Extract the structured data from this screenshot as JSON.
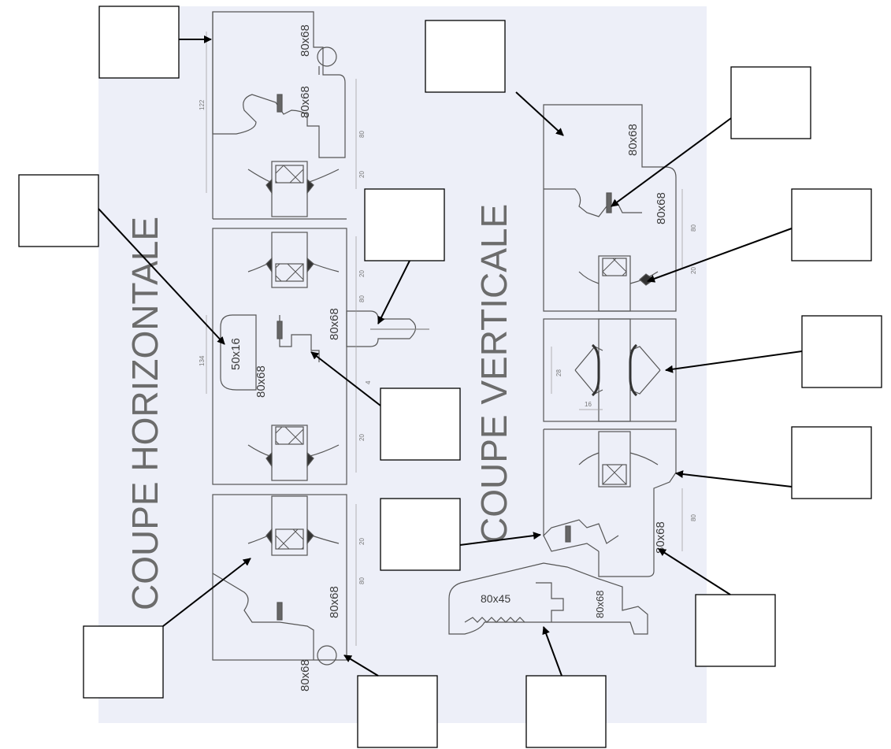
{
  "titles": {
    "horizontal": "COUPE HORIZONTALE",
    "vertical": "COUPE VERTICALE"
  },
  "section_labels": {
    "h_top_frame": "80x68",
    "h_top_sash": "80x68",
    "h_mullion_post": "50x16",
    "h_mid_sash_a": "80x68",
    "h_mid_sash_b": "80x68",
    "h_bottom_sash": "80x68",
    "h_bottom_frame": "80x68",
    "v_top_frame": "80x68",
    "v_top_sash": "80x68",
    "v_bottom_sash": "80x68",
    "v_sill": "80x45",
    "v_sill_frame": "80x68"
  },
  "dimensions": {
    "d122": "122",
    "d134": "134",
    "d80a": "80",
    "d20a": "20",
    "d20b": "20",
    "d80b": "80",
    "d20c": "20",
    "d20d": "20",
    "d80c": "80",
    "d4": "4",
    "v80a": "80",
    "v20": "20",
    "v80b": "80",
    "v28": "28",
    "v16": "16"
  },
  "callout_boxes": [
    "",
    "",
    "",
    "",
    "",
    "",
    "",
    "",
    "",
    "",
    "",
    "",
    "",
    "",
    ""
  ]
}
